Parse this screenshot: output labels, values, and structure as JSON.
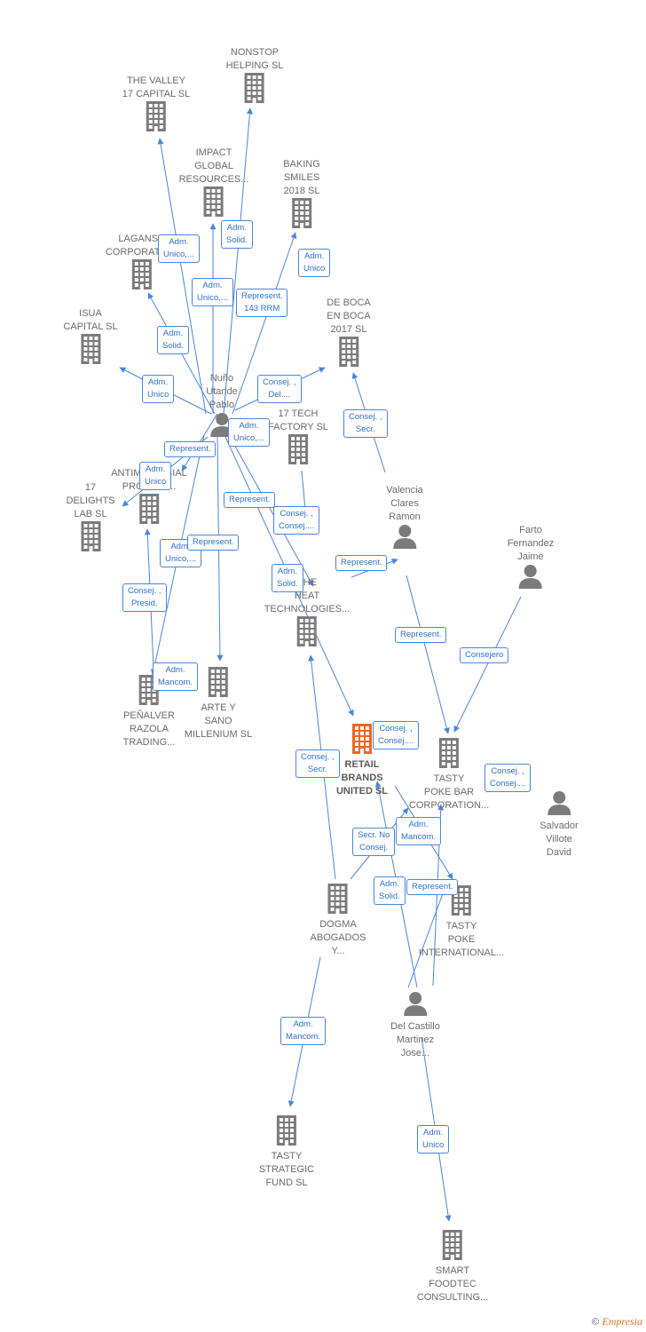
{
  "colors": {
    "edge": "#4a86d8",
    "node": "#7b7b7b",
    "focal": "#f26522",
    "label": "#6b6b6b"
  },
  "footer": {
    "copyright": "©",
    "brand": "Empresia"
  },
  "nodes": [
    {
      "id": "nonstop",
      "kind": "company",
      "icon": "building-icon",
      "lines": [
        "NONSTOP",
        "HELPING  SL"
      ]
    },
    {
      "id": "valley",
      "kind": "company",
      "icon": "building-icon",
      "lines": [
        "THE VALLEY",
        "17 CAPITAL  SL"
      ]
    },
    {
      "id": "impact",
      "kind": "company",
      "icon": "building-icon",
      "lines": [
        "IMPACT",
        "GLOBAL",
        "RESOURCES..."
      ]
    },
    {
      "id": "baking",
      "kind": "company",
      "icon": "building-icon",
      "lines": [
        "BAKING",
        "SMILES",
        "2018  SL"
      ]
    },
    {
      "id": "lagans",
      "kind": "company",
      "icon": "building-icon",
      "lines": [
        "LAGANSO",
        "CORPORATIO..."
      ]
    },
    {
      "id": "isua",
      "kind": "company",
      "icon": "building-icon",
      "lines": [
        "ISUA",
        "CAPITAL  SL"
      ]
    },
    {
      "id": "deboca",
      "kind": "company",
      "icon": "building-icon",
      "lines": [
        "DE BOCA",
        "EN BOCA",
        "2017  SL"
      ]
    },
    {
      "id": "nuno",
      "kind": "person",
      "icon": "person-icon",
      "lines": [
        "Nuño",
        "Utande",
        "Pablo"
      ]
    },
    {
      "id": "tech17",
      "kind": "company",
      "icon": "building-icon",
      "lines": [
        "17 TECH",
        "FACTORY  SL"
      ]
    },
    {
      "id": "antim",
      "kind": "company",
      "icon": "building-icon",
      "lines": [
        "ANTIMICROBIAL",
        "PROTECT..."
      ]
    },
    {
      "id": "delights",
      "kind": "company",
      "icon": "building-icon",
      "lines": [
        "17",
        "DELIGHTS",
        "LAB  SL"
      ]
    },
    {
      "id": "valencia",
      "kind": "person",
      "icon": "person-icon",
      "lines": [
        "Valencia",
        "Clares",
        "Ramon"
      ]
    },
    {
      "id": "farto",
      "kind": "person",
      "icon": "person-icon",
      "lines": [
        "Farto",
        "Fernandez",
        "Jaime"
      ]
    },
    {
      "id": "heat",
      "kind": "company",
      "icon": "building-icon",
      "lines": [
        "THE",
        "HEAT",
        "TECHNOLOGIES..."
      ]
    },
    {
      "id": "penalver",
      "kind": "company",
      "icon": "building-icon",
      "lines": [
        "PEÑALVER",
        "RAZOLA",
        "TRADING..."
      ]
    },
    {
      "id": "arte",
      "kind": "company",
      "icon": "building-icon",
      "lines": [
        "ARTE Y",
        "SANO",
        "MILLENIUM  SL"
      ]
    },
    {
      "id": "retail",
      "kind": "focal",
      "icon": "building-icon",
      "lines": [
        "RETAIL",
        "BRANDS",
        "UNITED  SL"
      ]
    },
    {
      "id": "tastybar",
      "kind": "company",
      "icon": "building-icon",
      "lines": [
        "TASTY",
        "POKE BAR",
        "CORPORATION..."
      ]
    },
    {
      "id": "salvador",
      "kind": "person",
      "icon": "person-icon",
      "lines": [
        "Salvador",
        "Villote",
        "David"
      ]
    },
    {
      "id": "dogma",
      "kind": "company",
      "icon": "building-icon",
      "lines": [
        "DOGMA",
        "ABOGADOS",
        "Y..."
      ]
    },
    {
      "id": "tastyint",
      "kind": "company",
      "icon": "building-icon",
      "lines": [
        "TASTY",
        "POKE",
        "INTERNATIONAL..."
      ]
    },
    {
      "id": "delcastillo",
      "kind": "person",
      "icon": "person-icon",
      "lines": [
        "Del Castillo",
        "Martinez",
        "Jose..."
      ]
    },
    {
      "id": "strategic",
      "kind": "company",
      "icon": "building-icon",
      "lines": [
        "TASTY",
        "STRATEGIC",
        "FUND  SL"
      ]
    },
    {
      "id": "smart",
      "kind": "company",
      "icon": "building-icon",
      "lines": [
        "SMART",
        "FOODTEC",
        "CONSULTING..."
      ]
    }
  ],
  "relations": [
    {
      "id": "r1",
      "lines": [
        "Adm.",
        "Unico,..."
      ]
    },
    {
      "id": "r2",
      "lines": [
        "Adm.",
        "Solid."
      ]
    },
    {
      "id": "r3",
      "lines": [
        "Adm.",
        "Unico"
      ]
    },
    {
      "id": "r4",
      "lines": [
        "Adm.",
        "Unico,..."
      ]
    },
    {
      "id": "r5",
      "lines": [
        "Represent.",
        "143 RRM"
      ]
    },
    {
      "id": "r6",
      "lines": [
        "Adm.",
        "Solid."
      ]
    },
    {
      "id": "r7",
      "lines": [
        "Adm.",
        "Unico"
      ]
    },
    {
      "id": "r8",
      "lines": [
        "Consej. ,",
        "Del...."
      ]
    },
    {
      "id": "r9",
      "lines": [
        "Consej. ,",
        "Secr."
      ]
    },
    {
      "id": "r10",
      "lines": [
        "Adm.",
        "Unico,..."
      ]
    },
    {
      "id": "r11",
      "lines": [
        "Represent."
      ]
    },
    {
      "id": "r12",
      "lines": [
        "Adm.",
        "Unico"
      ]
    },
    {
      "id": "r13",
      "lines": [
        "Represent."
      ]
    },
    {
      "id": "r14",
      "lines": [
        "Consej. ,",
        "Consej...."
      ]
    },
    {
      "id": "r15",
      "lines": [
        "Adm.",
        "Unico,..."
      ]
    },
    {
      "id": "r16",
      "lines": [
        "Represent."
      ]
    },
    {
      "id": "r17",
      "lines": [
        "Represent."
      ]
    },
    {
      "id": "r18",
      "lines": [
        "Adm.",
        "Solid."
      ]
    },
    {
      "id": "r19",
      "lines": [
        "Consej. ,",
        "Presid."
      ]
    },
    {
      "id": "r20",
      "lines": [
        "Represent."
      ]
    },
    {
      "id": "r21",
      "lines": [
        "Consejero"
      ]
    },
    {
      "id": "r22",
      "lines": [
        "Adm.",
        "Mancom."
      ]
    },
    {
      "id": "r23",
      "lines": [
        "Consej. ,",
        "Consej...."
      ]
    },
    {
      "id": "r24",
      "lines": [
        "Consej. ,",
        "Secr."
      ]
    },
    {
      "id": "r25",
      "lines": [
        "Consej. ,",
        "Consej...."
      ]
    },
    {
      "id": "r26",
      "lines": [
        "Secr. No",
        "Consej."
      ]
    },
    {
      "id": "r27",
      "lines": [
        "Adm.",
        "Mancom."
      ]
    },
    {
      "id": "r28",
      "lines": [
        "Represent."
      ]
    },
    {
      "id": "r29",
      "lines": [
        "Adm.",
        "Solid."
      ]
    },
    {
      "id": "r30",
      "lines": [
        "Adm.",
        "Mancom."
      ]
    },
    {
      "id": "r31",
      "lines": [
        "Adm.",
        "Unico"
      ]
    }
  ]
}
